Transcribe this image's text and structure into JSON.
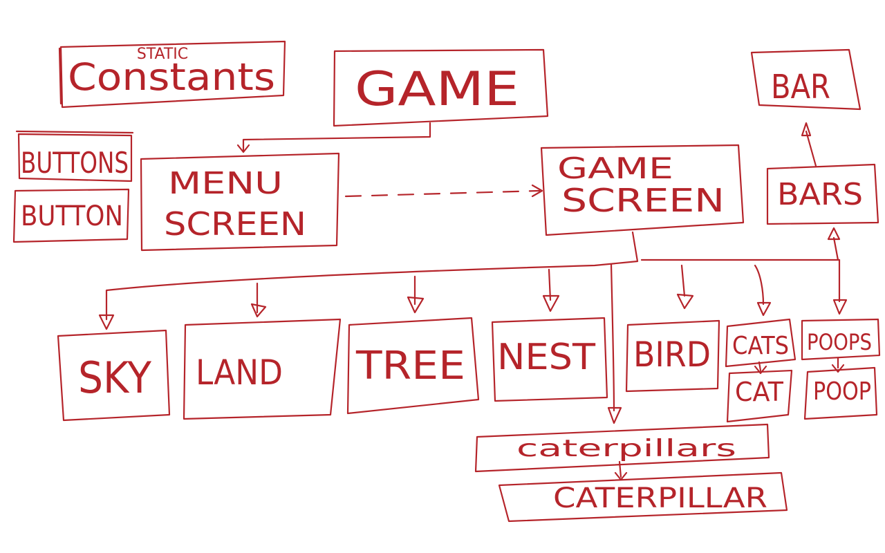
{
  "ink_color": "#b5242a",
  "background": "#ffffff",
  "nodes": {
    "constants": {
      "label": "Constants",
      "note": "STATIC"
    },
    "game": {
      "label": "GAME"
    },
    "bar": {
      "label": "BAR"
    },
    "buttons": {
      "label": "BUTTONS"
    },
    "button": {
      "label": "BUTTON"
    },
    "menu_screen": {
      "line1": "MENU",
      "line2": "SCREEN"
    },
    "game_screen": {
      "line1": "GAME",
      "line2": "SCREEN"
    },
    "bars": {
      "label": "BARS"
    },
    "sky": {
      "label": "SKY"
    },
    "land": {
      "label": "LAND"
    },
    "tree": {
      "label": "TREE"
    },
    "nest": {
      "label": "NEST"
    },
    "bird": {
      "label": "BIRD"
    },
    "cats": {
      "label": "CATS"
    },
    "poops": {
      "label": "POOPS"
    },
    "cat": {
      "label": "CAT"
    },
    "poop": {
      "label": "POOP"
    },
    "caterpillars": {
      "label": "caterpillars"
    },
    "caterpillar": {
      "label": "CATERPILLAR"
    }
  },
  "edges": [
    {
      "from": "game",
      "to": "menu_screen",
      "style": "solid"
    },
    {
      "from": "menu_screen",
      "to": "game_screen",
      "style": "dashed"
    },
    {
      "from": "game_screen",
      "to": "sky",
      "style": "solid"
    },
    {
      "from": "game_screen",
      "to": "land",
      "style": "solid"
    },
    {
      "from": "game_screen",
      "to": "tree",
      "style": "solid"
    },
    {
      "from": "game_screen",
      "to": "nest",
      "style": "solid"
    },
    {
      "from": "game_screen",
      "to": "bird",
      "style": "solid"
    },
    {
      "from": "game_screen",
      "to": "cats",
      "style": "solid"
    },
    {
      "from": "game_screen",
      "to": "poops",
      "style": "solid"
    },
    {
      "from": "game_screen",
      "to": "caterpillars",
      "style": "solid"
    },
    {
      "from": "game_screen",
      "to": "bars",
      "style": "solid"
    },
    {
      "from": "bars",
      "to": "bar",
      "style": "solid"
    },
    {
      "from": "cats",
      "to": "cat",
      "style": "solid"
    },
    {
      "from": "poops",
      "to": "poop",
      "style": "solid"
    },
    {
      "from": "caterpillars",
      "to": "caterpillar",
      "style": "solid"
    }
  ]
}
